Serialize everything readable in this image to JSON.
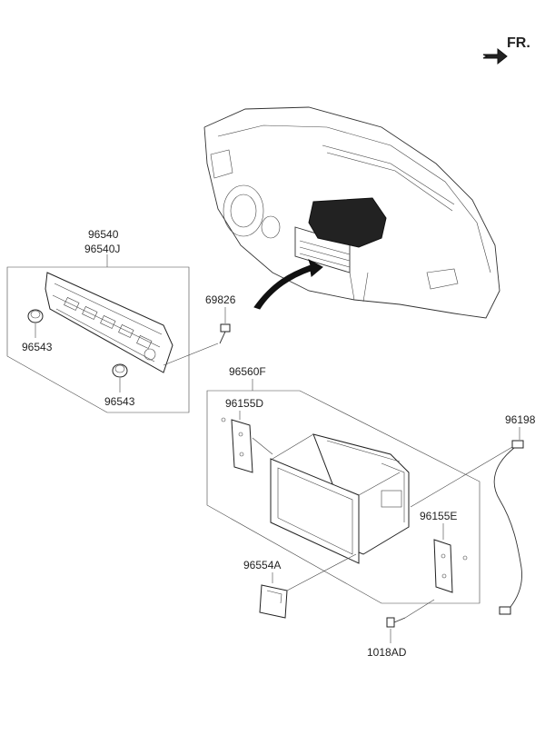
{
  "direction_label": "FR.",
  "parts": {
    "p96540": "96540",
    "p96540J": "96540J",
    "p96543_top": "96543",
    "p96543_bottom": "96543",
    "p69826": "69826",
    "p96560F": "96560F",
    "p96155D": "96155D",
    "p96198": "96198",
    "p96155E": "96155E",
    "p96554A": "96554A",
    "p1018AD": "1018AD"
  }
}
